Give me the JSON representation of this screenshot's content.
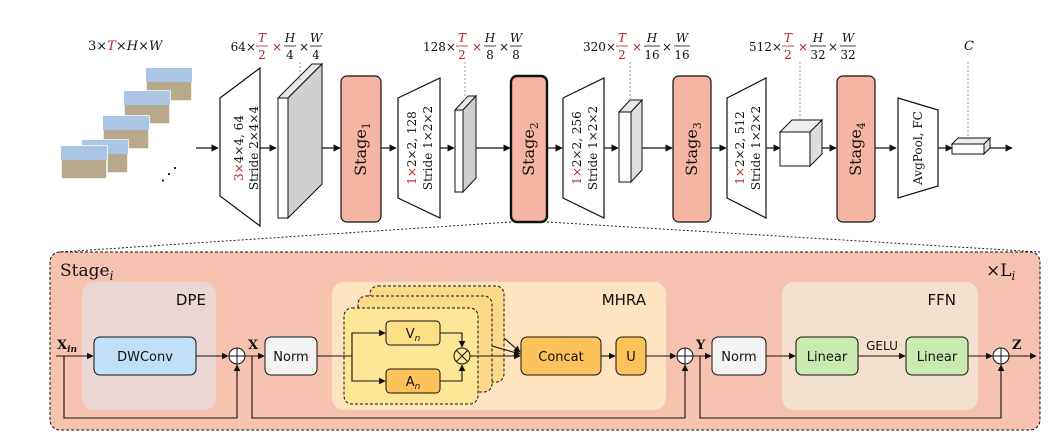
{
  "colors": {
    "stage_fill": "#f6b5a3",
    "panel_fill": "#f7c2b0",
    "dpe_fill": "#ead6d3",
    "mhra_fill": "#fde3bf",
    "ffn_fill": "#f3e0cf",
    "dwconv_fill": "#bfe0f6",
    "orange_fill": "#fdc35a",
    "v_fill": "#fddf86",
    "green_fill": "#c9ebb0",
    "red_text": "#b22222"
  },
  "top": {
    "input_dim": {
      "a": "3×",
      "t": "T",
      "b": "×H×W"
    },
    "dims": [
      {
        "prefix": "64×",
        "h": "4",
        "w": "4"
      },
      {
        "prefix": "128×",
        "h": "8",
        "w": "8"
      },
      {
        "prefix": "320×",
        "h": "16",
        "w": "16"
      },
      {
        "prefix": "512×",
        "h": "32",
        "w": "32"
      }
    ],
    "frac_t": "T",
    "frac_two": "2",
    "frac_h": "H",
    "frac_w": "W",
    "times": "×",
    "output_dim": "C",
    "ellipsis": "⋰",
    "embed1": {
      "red": "3×",
      "rest": "4×4, 64",
      "stride": "Stride 2×4×4"
    },
    "embed2": {
      "red": "1×",
      "rest": "2×2, 128",
      "stride": "Stride 1×2×2"
    },
    "embed3": {
      "red": "1×",
      "rest": "2×2, 256",
      "stride": "Stride 1×2×2"
    },
    "embed4": {
      "red": "1×",
      "rest": "2×2, 512",
      "stride": "Stride 1×2×2"
    },
    "stages": [
      {
        "base": "Stage",
        "sub": "1"
      },
      {
        "base": "Stage",
        "sub": "2"
      },
      {
        "base": "Stage",
        "sub": "3"
      },
      {
        "base": "Stage",
        "sub": "4"
      }
    ],
    "avgpool": "AvgPool, FC"
  },
  "bottom": {
    "title": {
      "base": "Stage",
      "sub": "i"
    },
    "repeat": {
      "base": "×L",
      "sub": "i"
    },
    "dpe": {
      "title": "DPE",
      "dwconv": "DWConv"
    },
    "mhra": {
      "title": "MHRA",
      "v": {
        "base": "V",
        "sub": "n"
      },
      "a": {
        "base": "A",
        "sub": "n"
      },
      "concat": "Concat",
      "u": "U"
    },
    "ffn": {
      "title": "FFN",
      "linear1": "Linear",
      "gelu": "GELU",
      "linear2": "Linear"
    },
    "norm": "Norm",
    "x_in": {
      "base": "X",
      "sub": "in"
    },
    "x": "X",
    "y": "Y",
    "z": "Z"
  }
}
